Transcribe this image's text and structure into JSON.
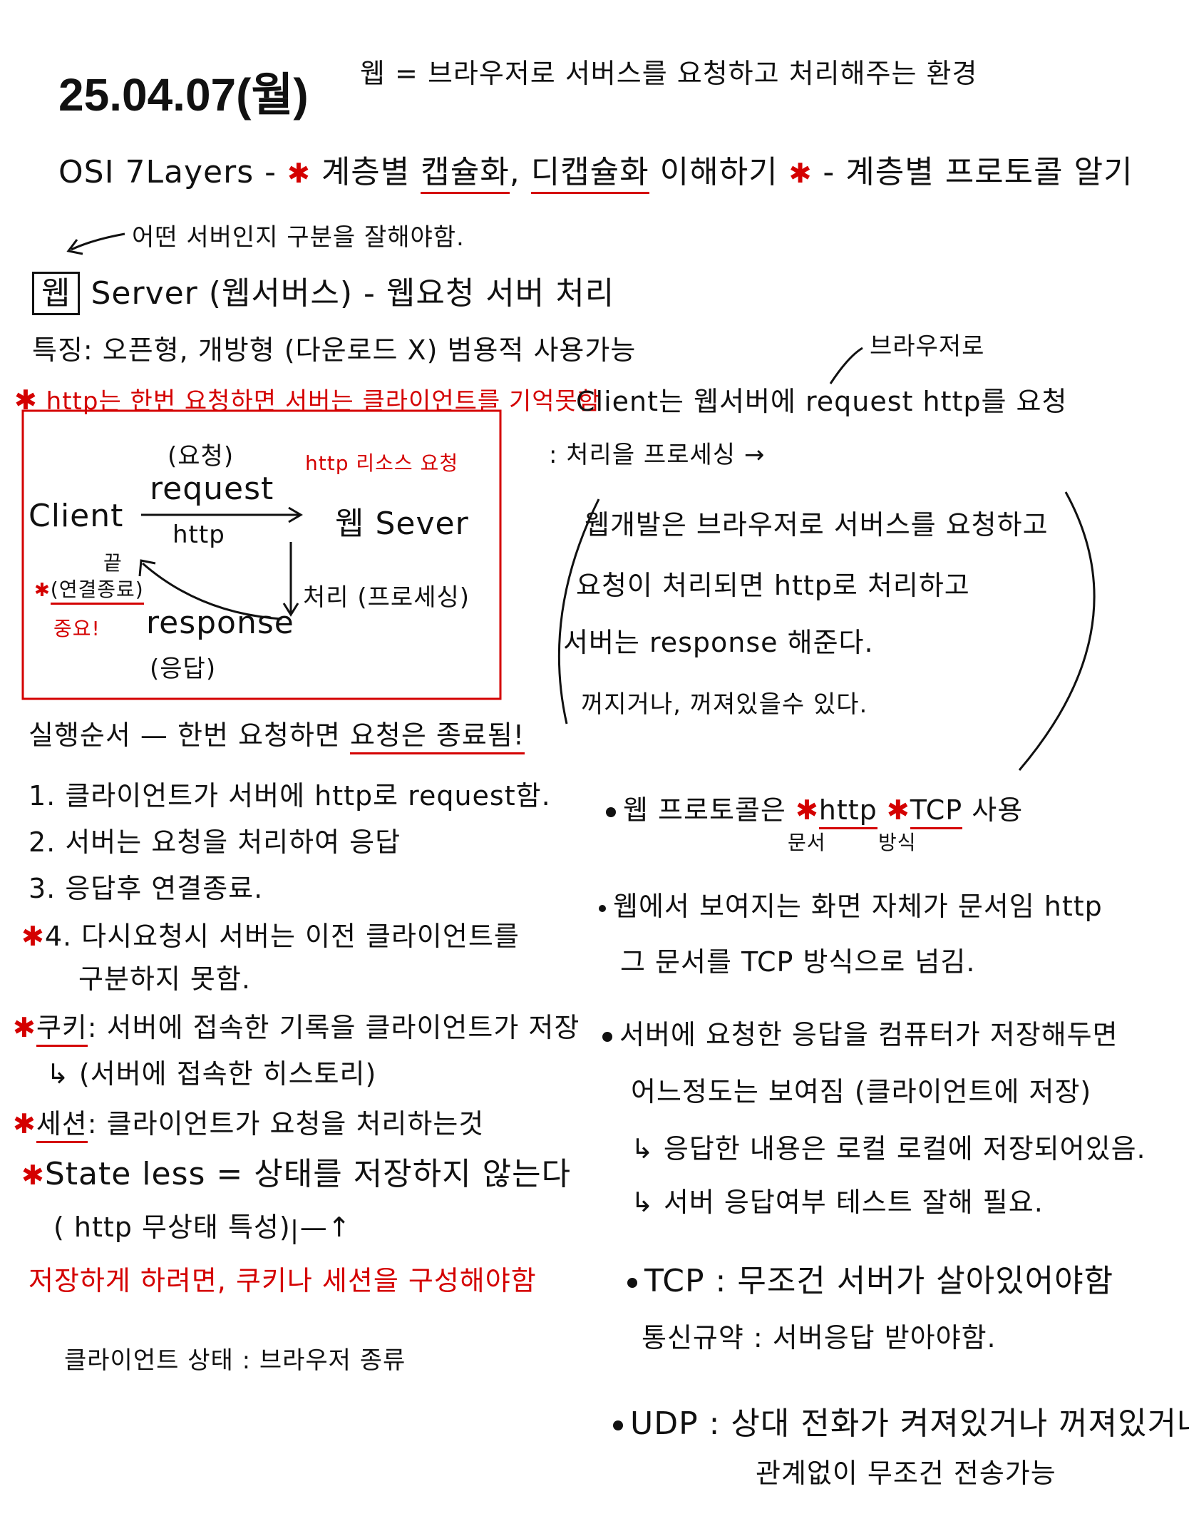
{
  "header": {
    "date": "25.04.07(월)",
    "web_def": "웹 = 브라우저로 서버스를 요청하고 처리해주는 환경"
  },
  "osi": {
    "title": "OSI 7Layers -",
    "p1": "계층별",
    "p2": "캡슐화",
    "p3": "디캡슐화",
    "p4": "이해하기",
    "p5": "- 계층별 프로토콜 알기"
  },
  "server": {
    "note": "어떤 서버인지 구분을 잘해야함.",
    "box_label": "웹",
    "title": "Server (웹서버스) - 웹요청 서버 처리",
    "feature": "특징: 오픈형, 개방형 (다운로드 X) 범용적 사용가능",
    "red_note": "http는 한번 요청하면 서버는 클라이언트를 기억못함"
  },
  "diagram": {
    "req_ko": "(요청)",
    "http_resource": "http 리소스 요청",
    "client": "Client",
    "request": "request",
    "http": "http",
    "web_server": "웹 Sever",
    "end_label": "끝",
    "conn_close": "(연결종료)",
    "important": "중요!",
    "process": "처리 (프로세싱)",
    "response": "response",
    "resp_ko": "(응답)"
  },
  "steps": {
    "title": "실행순서 — 한번 요청하면",
    "title_end": "요청은 종료됨!",
    "s1": "1. 클라이언트가 서버에 http로 request함.",
    "s2": "2. 서버는 요청을 처리하여 응답",
    "s3": "3. 응답후 연결종료.",
    "s4": "4. 다시요청시 서버는 이전 클라이언트를",
    "s4b": "구분하지 못함."
  },
  "cookie": {
    "label": "쿠키",
    "text": ": 서버에 접속한 기록을 클라이언트가 저장",
    "sub": "↳ (서버에 접속한 히스토리)"
  },
  "session": {
    "label": "세션",
    "text": ": 클라이언트가 요청을 처리하는것"
  },
  "stateless": {
    "text": "State less = 상태를 저장하지 않는다",
    "sub": "( http 무상태 특성) —↑",
    "red": "저장하게 하려면, 쿠키나 세션을 구성해야함",
    "client_state": "클라이언트 상태 : 브라우저 종류"
  },
  "right": {
    "browser": "브라우저로",
    "client_line": "Client는 웹서버에 request http를 요청",
    "processing": ": 처리을 프로세싱 →",
    "para1": "웹개발은 브라우저로 서버스를 요청하고",
    "para2": "요청이 처리되면 http로 처리하고",
    "para3": "서버는 response 해준다.",
    "para4": "꺼지거나, 꺼져있을수 있다."
  },
  "protocol": {
    "line1_pre": "웹 프로토콜은",
    "http": "http",
    "http_sub": "문서",
    "tcp": "TCP",
    "tcp_sub": "방식",
    "line1_post": "사용",
    "line2": "웹에서 보여지는 화면 자체가 문서임 http",
    "line3": "그 문서를 TCP 방식으로 넘김.",
    "line4": "서버에 요청한 응답을 컴퓨터가 저장해두면",
    "line5": "어느정도는 보여짐 (클라이언트에 저장)",
    "line6": "↳ 응답한 내용은 로컬 로컬에 저장되어있음.",
    "line7": "↳ 서버 응답여부 테스트 잘해 필요.",
    "tcp_line": "TCP : 무조건 서버가 살아있어야함",
    "tcp_line2": "통신규약 : 서버응답 받아야함.",
    "udp_line": "UDP : 상대 전화가 켜져있거나 꺼져있거나",
    "udp_line2": "관계없이 무조건 전송가능"
  }
}
